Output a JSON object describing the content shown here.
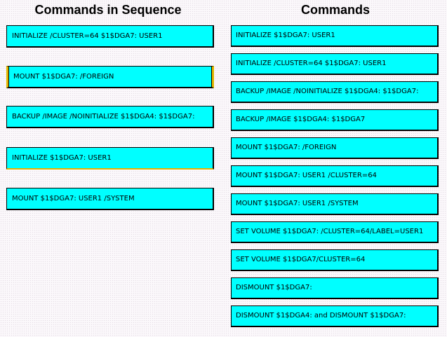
{
  "headings": {
    "sequence": "Commands in Sequence",
    "commands": "Commands"
  },
  "sequence": [
    "INITIALIZE /CLUSTER=64 $1$DGA7: USER1",
    "MOUNT $1$DGA7: /FOREIGN",
    "BACKUP /IMAGE /NOINITIALIZE  $1$DGA4: $1$DGA7:",
    "INITIALIZE $1$DGA7: USER1",
    "MOUNT $1$DGA7: USER1 /SYSTEM"
  ],
  "commands": [
    "INITIALIZE $1$DGA7: USER1",
    "INITIALIZE /CLUSTER=64 $1$DGA7: USER1",
    "BACKUP /IMAGE /NOINITIALIZE  $1$DGA4: $1$DGA7:",
    "BACKUP /IMAGE $1$DGA4: $1$DGA7",
    "MOUNT $1$DGA7: /FOREIGN",
    "MOUNT $1$DGA7: USER1 /CLUSTER=64",
    "MOUNT $1$DGA7: USER1 /SYSTEM",
    "SET VOLUME $1$DGA7: /CLUSTER=64/LABEL=USER1",
    "SET VOLUME $1$DGA7/CLUSTER=64",
    "DISMOUNT $1$DGA7:",
    "DISMOUNT $1$DGA4: and DISMOUNT $1$DGA7:"
  ],
  "colors": {
    "tile": "#00ffff",
    "highlight_edge": "#e0b400",
    "background": "#fbf8fb"
  }
}
